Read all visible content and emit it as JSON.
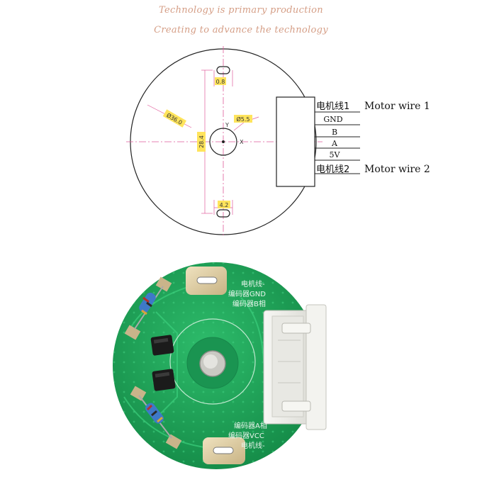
{
  "header": {
    "slogan_1": "Technology is primary production",
    "slogan_2": "Creating to advance the technology",
    "color": "#d59e86"
  },
  "drawing": {
    "dimensions": {
      "slot_width_top": "0.8",
      "outer_diameter": "Ø36.0",
      "shaft_hole": "Ø5.5",
      "slot_spacing": "28.4",
      "slot_width_bottom": "4.2"
    },
    "axis_label_y": "Y",
    "axis_label_x": "X",
    "connector": {
      "pins": [
        "GND",
        "B",
        "A",
        "5V"
      ],
      "wire1_cn": "电机线1",
      "wire1_en": "Motor wire 1",
      "wire2_cn": "电机线2",
      "wire2_en": "Motor wire 2"
    },
    "colors": {
      "dimension_line": "#e05b9a",
      "dimension_label_bg": "#ffe45c",
      "outline": "#222222"
    }
  },
  "photo": {
    "silkscreen_top": [
      "电机线-",
      "编码器GND",
      "编码器B相"
    ],
    "silkscreen_bottom": [
      "编码器A相",
      "编码器VCC",
      "电机线-"
    ],
    "colors": {
      "pcb": "#1fa55a",
      "pad": "#d9c9a0",
      "connector": "#eeeeea"
    }
  }
}
